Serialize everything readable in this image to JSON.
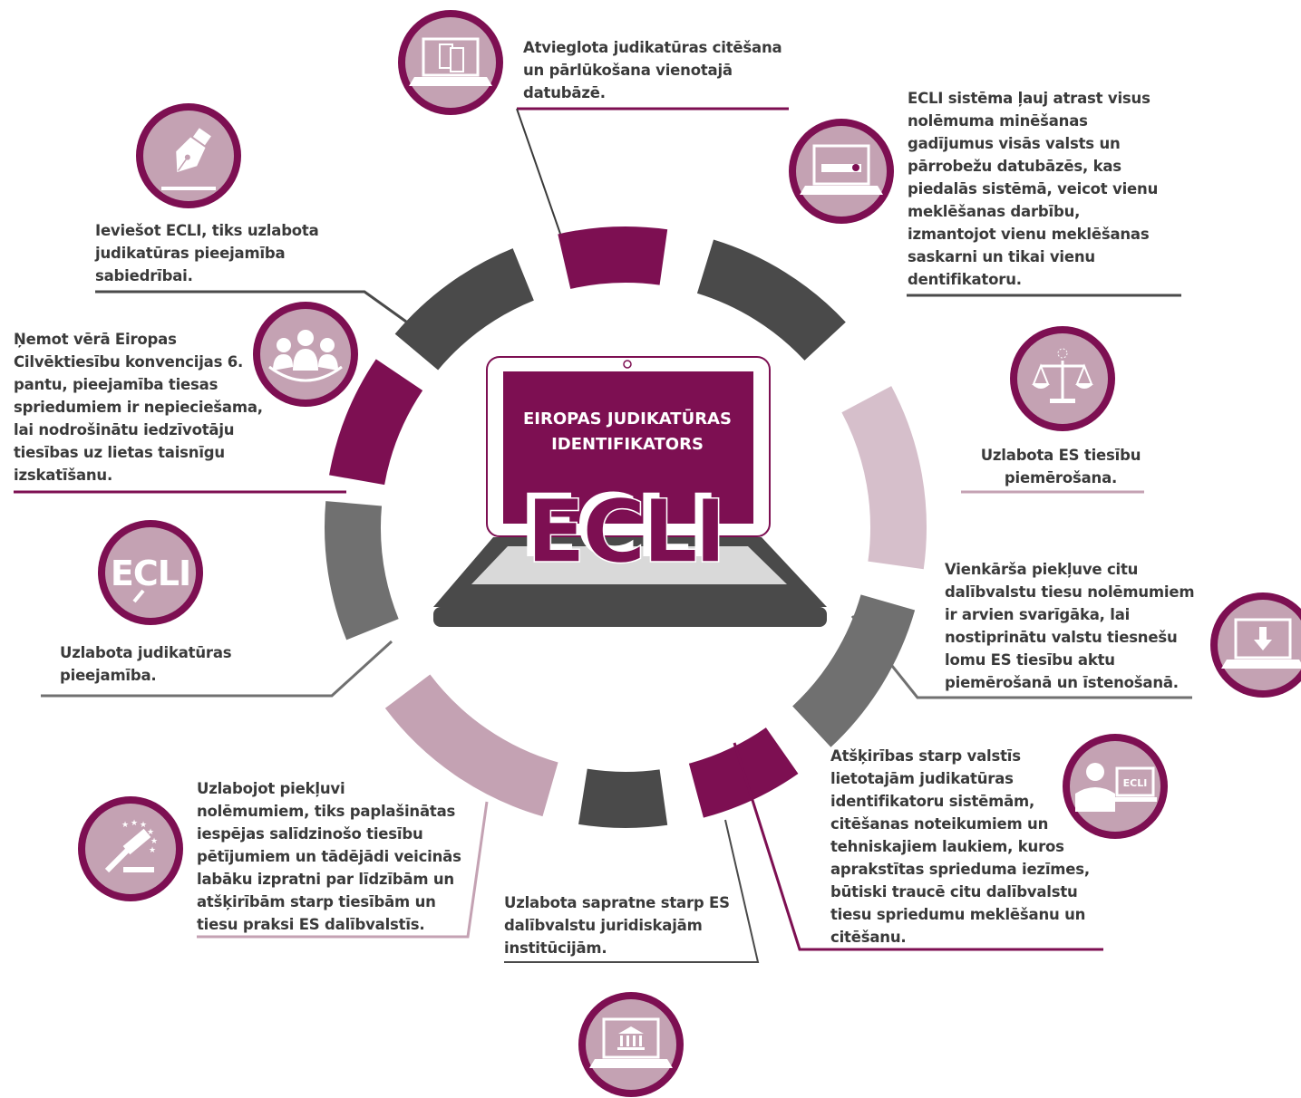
{
  "center": {
    "title_line1": "EIROPAS JUDIKATŪRAS",
    "title_line2": "IDENTIFIKATORS",
    "logo": "ECLI"
  },
  "colors": {
    "magenta": "#7d0f52",
    "pink": "#c4a2b3",
    "light_pink": "#d6bfcb",
    "dark_gray": "#4a4a4a",
    "mid_gray": "#707070",
    "text": "#3a3a3a"
  },
  "items": [
    {
      "id": "top",
      "icon": "documents-laptop-icon",
      "text": "Atvieglota judikatūras citēšana\nun pārlūkošana vienotajā\ndatubāzē."
    },
    {
      "id": "top-right",
      "icon": "search-laptop-icon",
      "text": "ECLI sistēma ļauj atrast visus\nnolēmuma minēšanas\ngadījumus visās valsts un\npārrobežu datubāzēs, kas\npiedalās sistēmā, veicot vienu\nmeklēšanas darbību,\nizmantojot vienu meklēšanas\nsaskarni un tikai vienu\ndentifikatoru."
    },
    {
      "id": "right",
      "icon": "scales-icon",
      "text": "Uzlabota ES tiesību\npiemērošana."
    },
    {
      "id": "lower-right",
      "icon": "download-laptop-icon",
      "text": "Vienkārša piekļuve citu\ndalībvalstu tiesu nolēmumiem\nir arvien svarīgāka, lai\nnostiprinātu valstu tiesnešu\nlomu ES tiesību aktu\npiemērošanā un īstenošanā."
    },
    {
      "id": "bottom-right",
      "icon": "person-ecli-icon",
      "logo": "ECLI",
      "text": "Atšķirības starp valstīs\nlietotajām judikatūras\nidentifikatoru sistēmām,\ncitēšanas noteikumiem un\ntehniskajiem laukiem, kuros\naprakstītas sprieduma iezīmes,\nbūtiski traucē citu dalībvalstu\ntiesu spriedumu meklēšanu un\ncitēšanu."
    },
    {
      "id": "bottom",
      "icon": "institution-laptop-icon",
      "text": "Uzlabota sapratne starp ES\ndalībvalstu juridiskajām\ninstitūcijām."
    },
    {
      "id": "bottom-left",
      "icon": "gavel-stars-icon",
      "text": "Uzlabojot piekļuvi\nnolēmumiem, tiks paplašinātas\niespējas salīdzinošo tiesību\npētījumiem un tādējādi veicinās\nlabāku izpratni par līdzībām un\natšķirībām starp tiesībām un\ntiesu praksi ES dalībvalstīs."
    },
    {
      "id": "left",
      "icon": "ecli-magnifier-icon",
      "logo": "ECLI",
      "text": "Uzlabota judikatūras\npieejamība."
    },
    {
      "id": "upper-left",
      "icon": "people-group-icon",
      "text": "Ņemot vērā Eiropas\nCilvēktiesību konvencijas 6.\npantu, pieejamība tiesas\nspriedumiem ir nepieciešama,\nlai nodrošinātu iedzīvotāju\ntiesības uz lietas taisnīgu\nizskatīšanu."
    },
    {
      "id": "top-left",
      "icon": "pen-nib-icon",
      "text": "Ieviešot ECLI, tiks uzlabota\njudikatūras pieejamība\nsabiedrībai."
    }
  ]
}
